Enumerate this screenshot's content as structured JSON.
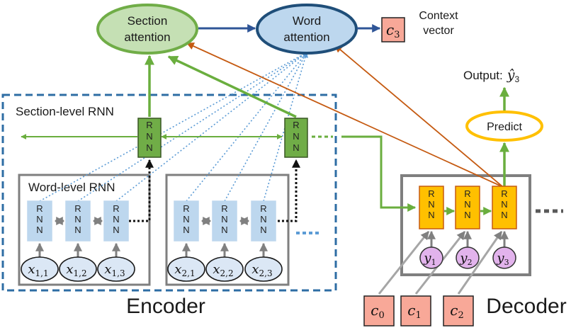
{
  "nodes": {
    "section_attention": {
      "line1": "Section",
      "line2": "attention"
    },
    "word_attention": {
      "line1": "Word",
      "line2": "attention"
    },
    "context_vector": {
      "symbol": "c",
      "sub": "3",
      "line1": "Context",
      "line2": "vector"
    },
    "output": {
      "label": "Output:",
      "symbol": "ŷ",
      "sub": "3"
    },
    "predict": "Predict",
    "section_rnn_label": "Section-level RNN",
    "word_rnn_label": "Word-level RNN",
    "encoder": "Encoder",
    "decoder": "Decoder",
    "rnn_letters": [
      "R",
      "N",
      "N"
    ],
    "word_inputs": [
      {
        "symbol": "x",
        "sub": "1,1"
      },
      {
        "symbol": "x",
        "sub": "1,2"
      },
      {
        "symbol": "x",
        "sub": "1,3"
      },
      {
        "symbol": "x",
        "sub": "2,1"
      },
      {
        "symbol": "x",
        "sub": "2,2"
      },
      {
        "symbol": "x",
        "sub": "2,3"
      }
    ],
    "decoder_outputs": [
      {
        "symbol": "y",
        "sub": "1"
      },
      {
        "symbol": "y",
        "sub": "2"
      },
      {
        "symbol": "y",
        "sub": "3"
      }
    ],
    "decoder_contexts": [
      {
        "symbol": "c",
        "sub": "0"
      },
      {
        "symbol": "c",
        "sub": "1"
      },
      {
        "symbol": "c",
        "sub": "2"
      }
    ]
  },
  "colors": {
    "green_arrow": "#6aae3e",
    "blue_arrow": "#2f5597",
    "orange_arrow": "#c55a11",
    "dotted_blue": "#5b9bd5",
    "section_fill": "#c5e0b4",
    "section_stroke": "#70ad47",
    "word_fill": "#bdd7ee",
    "word_stroke": "#1f4e79",
    "context_fill": "#f8a898",
    "predict_stroke": "#ffc000",
    "decoder_rnn_fill": "#ffc000",
    "y_fill": "#e2b3ec",
    "x_fill": "#dbe7f5",
    "word_rnn_fill": "#bdd7ee",
    "box_gray": "#7f7f7f",
    "dash_blue": "#2e6da4"
  }
}
